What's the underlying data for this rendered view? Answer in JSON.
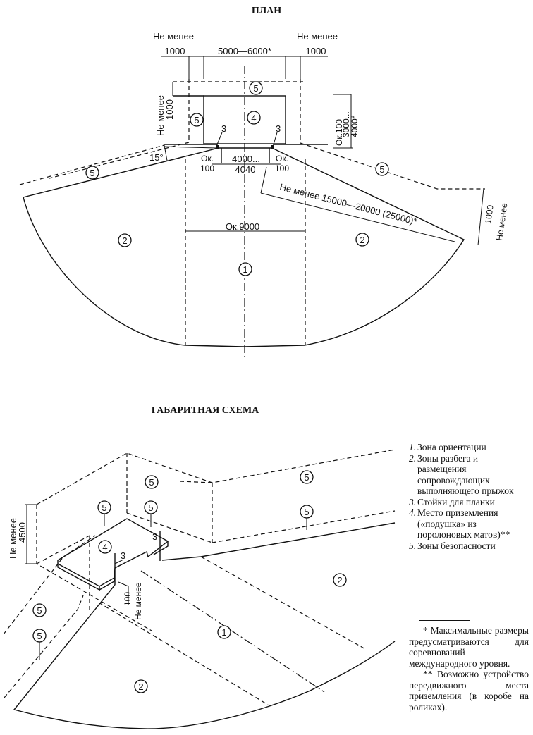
{
  "plan": {
    "title": "ПЛАН",
    "dims": {
      "left_min_label": "Не менее",
      "left_min_value": "1000",
      "center_width": "5000—6000*",
      "right_min_label": "Не менее",
      "right_min_value": "1000",
      "back_min_label": "Не менее",
      "back_min_value": "1000",
      "approx_100_vertical": "Ок.100",
      "depth_value_1": "3000...",
      "depth_value_2": "4000*",
      "angle": "15°",
      "approx_left": "Ок.",
      "approx_left_value": "100",
      "approx_right": "Ок.",
      "approx_right_value": "100",
      "bar_width_1": "4000...",
      "bar_width_2": "4040",
      "runway_length": "Не менее 15000—20000 (25000)*",
      "side_min_value": "1000",
      "side_min_label": "Не менее",
      "orientation_width": "Ок.9000"
    },
    "markers": {
      "zone1": "1",
      "zone2": "2",
      "zone3": "3",
      "zone4": "4",
      "zone5": "5"
    }
  },
  "scheme": {
    "title": "ГАБАРИТНАЯ СХЕМА",
    "dims": {
      "height_label": "Не менее",
      "height_value": "4500",
      "gap_value": "100",
      "gap_label": "Не менее"
    }
  },
  "legend": [
    {
      "num": "1.",
      "text": "Зона ориентации"
    },
    {
      "num": "2.",
      "text": "Зоны разбега и размещения сопровождающих выполняющего прыжок"
    },
    {
      "num": "3.",
      "text": "Стойки для планки"
    },
    {
      "num": "4.",
      "text": "Место приземления («подушка» из поролоновых матов)**"
    },
    {
      "num": "5.",
      "text": "Зоны безопасности"
    }
  ],
  "footnotes": [
    "* Максимальные размеры предусматриваются для соревнований международного уровня.",
    "** Возможно устройство передвижного места приземления (в коробе на роликах)."
  ]
}
